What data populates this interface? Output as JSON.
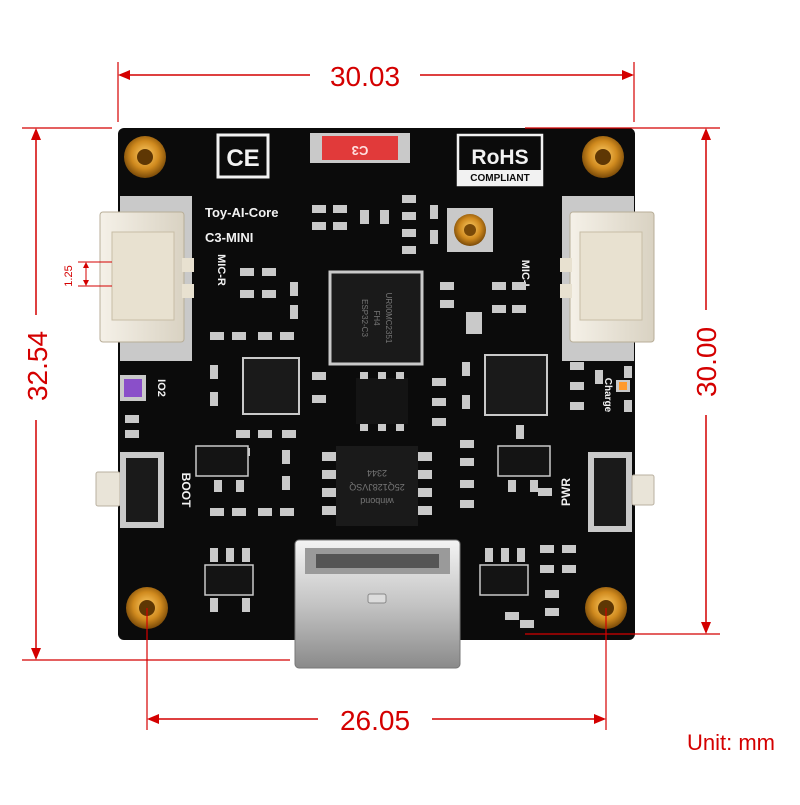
{
  "dimensions": {
    "top_width": "30.03",
    "left_height": "32.54",
    "right_height": "30.00",
    "bottom_hole_spacing": "26.05",
    "pitch": "1.25"
  },
  "unit_label": "Unit: mm",
  "board": {
    "name_line1": "Toy-AI-Core",
    "name_line2": "C3-MINI",
    "ce_mark": "CE",
    "rohs": "RoHS",
    "rohs_sub": "COMPLIANT",
    "red_chip_label": "C3",
    "labels": {
      "mic_r": "MIC-R",
      "mic_l": "MIC-L",
      "io2": "IO2",
      "charge": "Charge",
      "boot": "BOOT",
      "pwr": "PWR"
    },
    "main_chip_lines": [
      "ESP32-C3",
      "FH4",
      "UR00MC2351"
    ],
    "flash_chip_lines": [
      "winbond",
      "25Q128JVSQ",
      "2344"
    ]
  },
  "colors": {
    "dimension": "#d40000",
    "board": "#0b0b0b",
    "pad": "#c9c9c9",
    "gold": "#d08a1e",
    "silkscreen": "#f2f2f2"
  }
}
